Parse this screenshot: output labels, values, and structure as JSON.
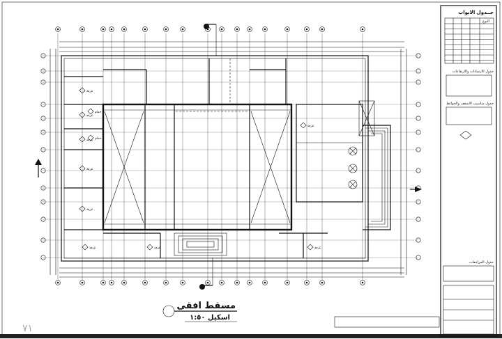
{
  "drawing": {
    "title": "مسقط افقى",
    "scale": "اسكيل ١:٥٠",
    "page_number": "٧١"
  },
  "title_block": {
    "schedule_title": "جــدول الابواب",
    "schedule_col": "النوع",
    "section2_title": "جدول الارشادات والارتفاعات",
    "section3_title": "جدول مناسيب الاسقف والحوائط",
    "section4_title": "جدول المراجعات"
  },
  "room_labels": [
    "غرفة",
    "غرفة",
    "غرفة",
    "غرفة",
    "غرفة",
    "غرفة",
    "غرفة",
    "غرفة",
    "حمام",
    "حمام",
    "غرفة"
  ]
}
